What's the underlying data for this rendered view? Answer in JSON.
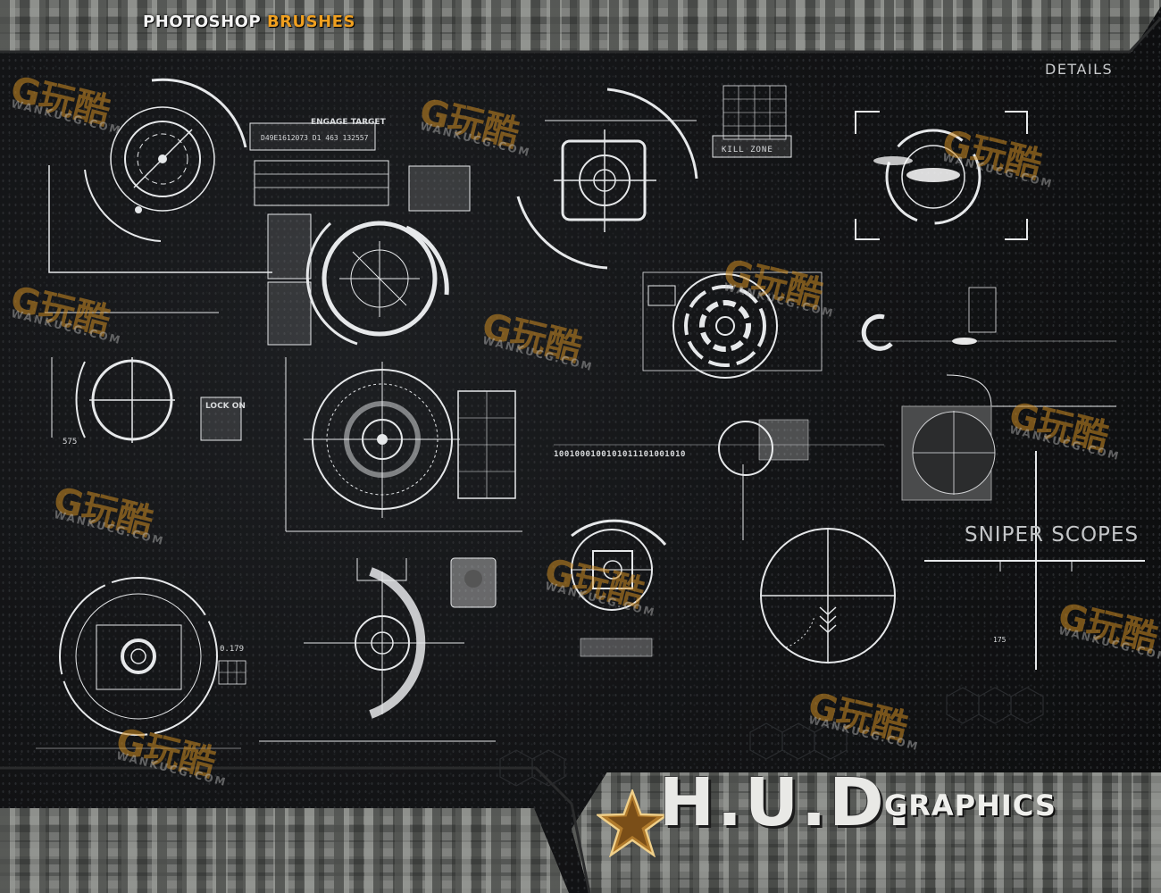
{
  "header": {
    "title_white": "PHOTOSHOP",
    "title_orange": "BRUSHES",
    "details_label": "DETAILS"
  },
  "hud": {
    "engage_target": "ENGAGE TARGET",
    "coords": "D49E1612073  D1 463 132557",
    "kill_zone": "KILL ZONE",
    "lock_on": "LOCK ON",
    "binary": "1001000100101011101001010",
    "sniper_scopes": "SNIPER SCOPES",
    "readout_175": "175",
    "readout_0179": "0.179",
    "readout_575": "575"
  },
  "brand": {
    "logo_text": "H.U.D.",
    "logo_sub": "GRAPHICS"
  },
  "watermark": {
    "mark": "G玩酷",
    "domain": "WANKUCG.COM"
  },
  "colors": {
    "accent": "#f0a020",
    "hud_line": "#e6e8ea",
    "background": "#111214"
  }
}
